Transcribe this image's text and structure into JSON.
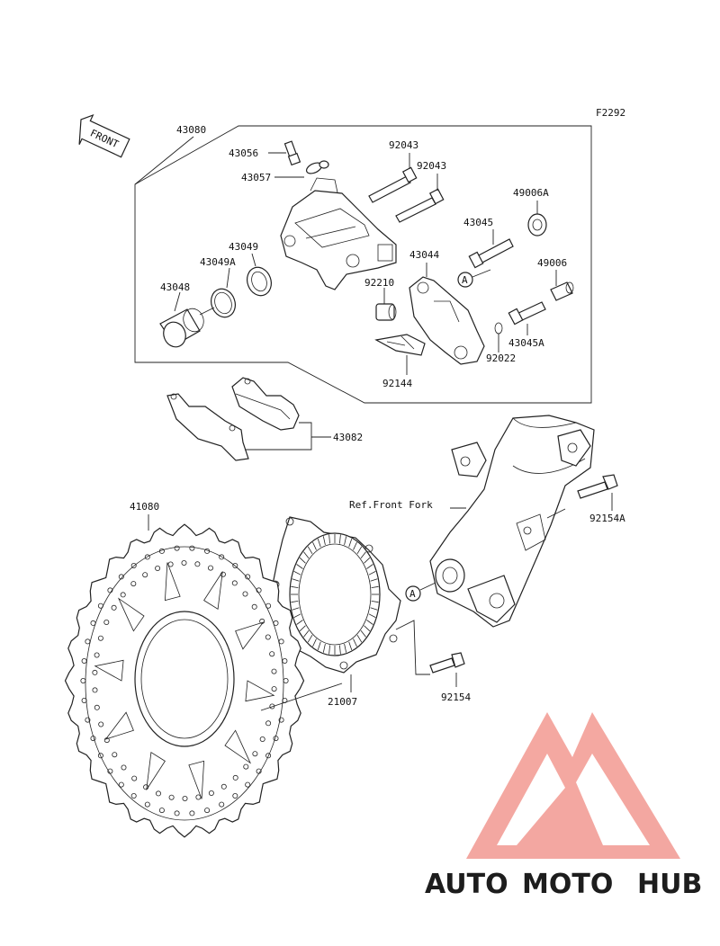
{
  "figure_code": "F2292",
  "front_marker": "FRONT",
  "ref_label": "Ref.Front Fork",
  "callout_marker": "A",
  "parts": {
    "p43080": "43080",
    "p43056": "43056",
    "p43057": "43057",
    "p92043a": "92043",
    "p92043b": "92043",
    "p49006A": "49006A",
    "p43045": "43045",
    "p43049": "43049",
    "p43049A": "43049A",
    "p43044": "43044",
    "p49006": "49006",
    "p43048": "43048",
    "p92210": "92210",
    "p43045A": "43045A",
    "p92022": "92022",
    "p92144": "92144",
    "p43082": "43082",
    "p92154A": "92154A",
    "p41080": "41080",
    "p21007": "21007",
    "p92154": "92154"
  },
  "watermark": {
    "part1": "AUTO",
    "part2": "MOTO",
    "part3": "HUB",
    "color1": "#f6c08a",
    "color2": "#f2a09a",
    "color3": "#8a8a8a",
    "logo_color": "#f3a39c"
  }
}
